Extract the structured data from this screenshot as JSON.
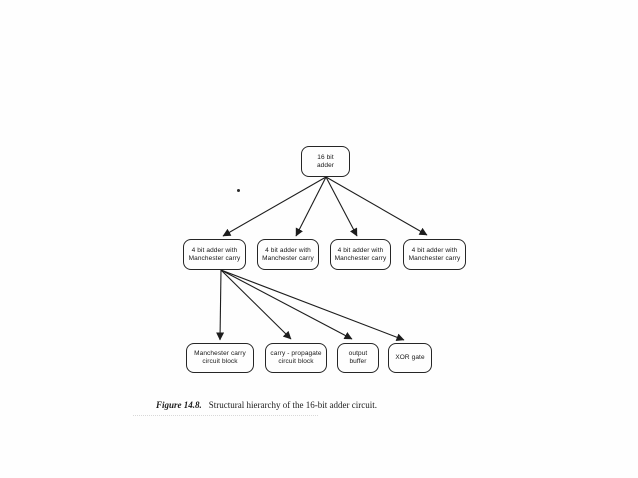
{
  "diagram": {
    "root": {
      "label": "16 bit\nadder"
    },
    "level2": [
      {
        "label": "4 bit adder with\nManchester carry"
      },
      {
        "label": "4 bit adder with\nManchester carry"
      },
      {
        "label": "4 bit adder with\nManchester carry"
      },
      {
        "label": "4 bit adder with\nManchester carry"
      }
    ],
    "level3": [
      {
        "label": "Manchester carry\ncircuit block"
      },
      {
        "label": "carry - propagate\ncircuit block"
      },
      {
        "label": "output\nbuffer"
      },
      {
        "label": "XOR gate"
      }
    ],
    "edge_color": "#1d1d1d"
  },
  "caption": {
    "figure_label": "Figure 14.8.",
    "text": "Structural hierarchy of the 16-bit adder circuit."
  }
}
